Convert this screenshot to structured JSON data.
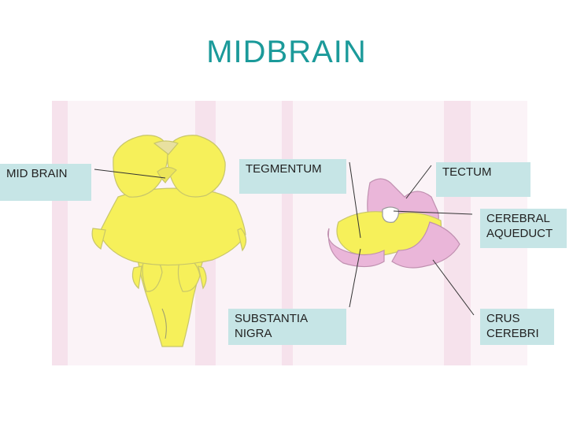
{
  "title": "MIDBRAIN",
  "labels": {
    "mid_brain": "MID BRAIN",
    "tegmentum": "TEGMENTUM",
    "tectum": "TECTUM",
    "cerebral_aqueduct": [
      "CEREBRAL",
      "AQUEDUCT"
    ],
    "substantia_nigra": [
      "SUBSTANTIA",
      "NIGRA"
    ],
    "crus_cerebri": [
      "CRUS",
      "CEREBRI"
    ]
  },
  "colors": {
    "title": "#1b9a9a",
    "label_bg": "#c6e5e6",
    "yellow": "#f6f05a",
    "pink": "#eab6d9"
  }
}
